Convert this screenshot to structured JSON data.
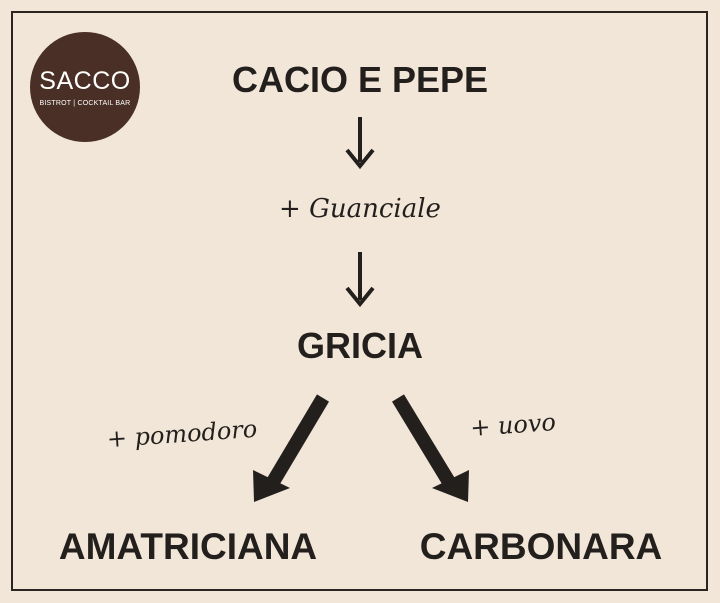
{
  "logo": {
    "title": "SACCO",
    "subtitle": "BISTROT | COCKTAIL BAR"
  },
  "nodes": {
    "base": "CACIO E PEPE",
    "middle": "GRICIA",
    "left": "AMATRICIANA",
    "right": "CARBONARA"
  },
  "ingredients": {
    "first": "+ Guanciale",
    "left": "+ pomodoro",
    "right": "+ uovo"
  },
  "colors": {
    "background": "#f2e6d9",
    "text": "#231f1c",
    "logo_fill": "#4a2f27"
  }
}
